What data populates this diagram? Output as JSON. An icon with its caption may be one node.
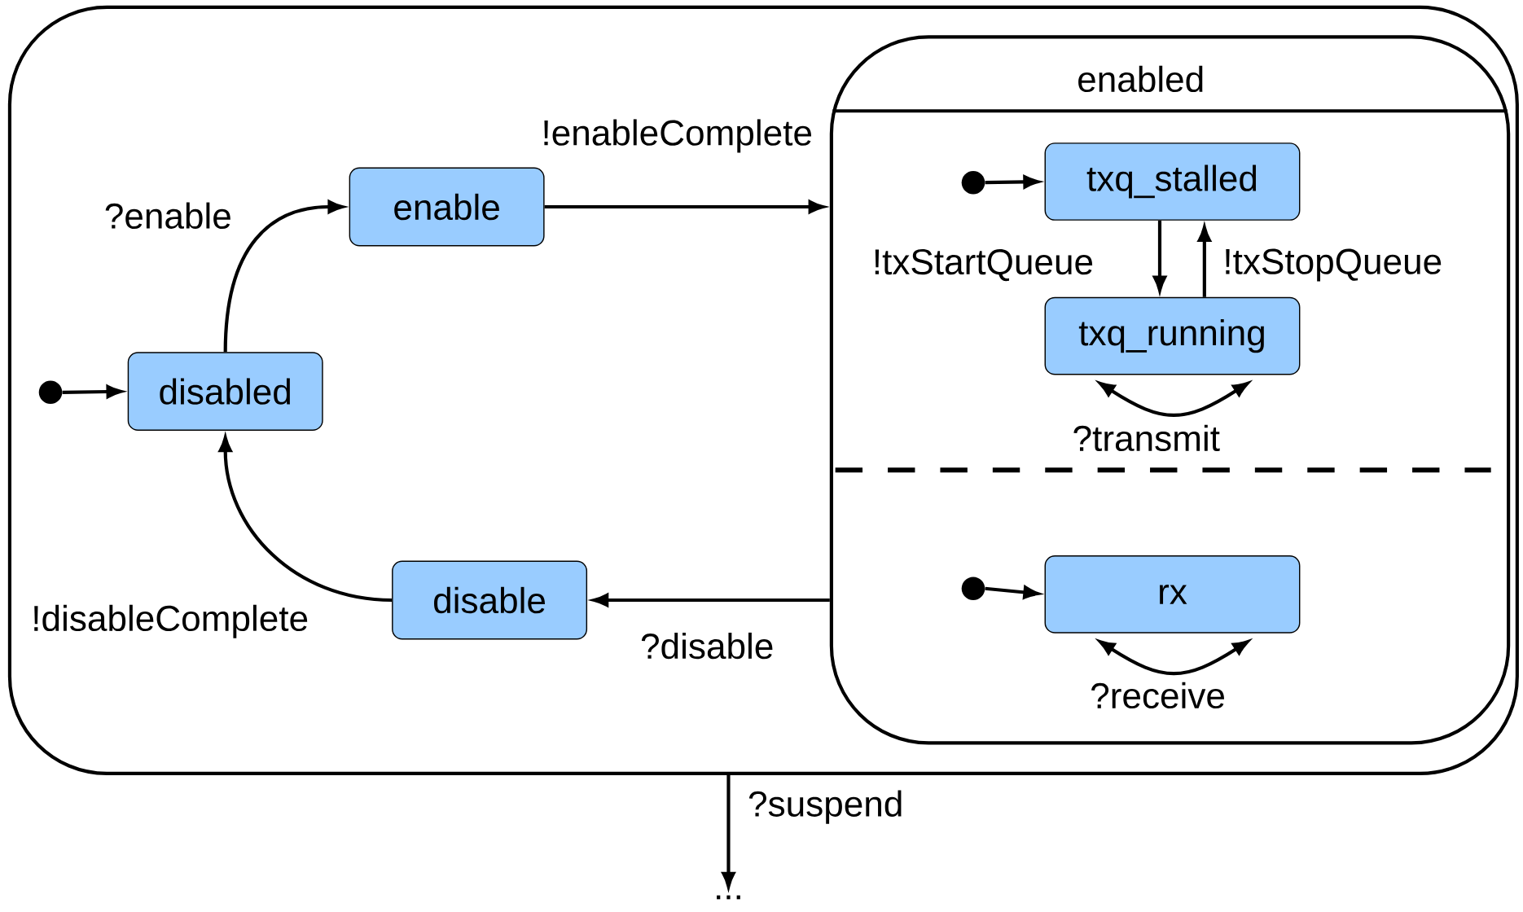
{
  "diagram": {
    "nodes": [
      {
        "text": [],
        "shape": "box"
      },
      {
        "text": [
          "enabled"
        ],
        "in": 0
      },
      {
        "text": [
          "disabled"
        ],
        "in": 0
      },
      {
        "text": [
          "enable"
        ],
        "in": 0
      },
      {
        "text": [
          "disable"
        ],
        "in": 0
      },
      {
        "text": [
          "txq_stalled"
        ],
        "in": 1
      },
      {
        "text": [
          "txq_running"
        ],
        "in": 1
      },
      {
        "text": [
          "rx"
        ],
        "in": 1
      },
      {
        "text": [],
        "shape": "circle",
        "in": 0
      },
      {
        "text": [],
        "shape": "circle",
        "in": 1
      },
      {
        "text": [],
        "shape": "circle",
        "in": 1
      },
      {
        "text": [
          "..."
        ]
      }
    ],
    "edges": [
      {
        "from": 8,
        "to": 2,
        "arrow": "to"
      },
      {
        "from": 2,
        "to": 3,
        "arrow": "to",
        "label": "?enable"
      },
      {
        "from": 3,
        "to": 1,
        "arrow": "to",
        "label": "!enableComplete"
      },
      {
        "from": 1,
        "to": 4,
        "arrow": "to",
        "label": "?disable"
      },
      {
        "from": 4,
        "to": 2,
        "arrow": "to",
        "label": "!disableComplete"
      },
      {
        "from": 9,
        "to": 5,
        "arrow": "to"
      },
      {
        "from": 5,
        "to": 6,
        "arrow": "to",
        "label": "!txStartQueue"
      },
      {
        "from": 6,
        "to": 5,
        "arrow": "to",
        "label": "!txStopQueue"
      },
      {
        "from": 6,
        "to": 6,
        "arrow": "both",
        "label": "?transmit"
      },
      {
        "from": 10,
        "to": 7,
        "arrow": "to"
      },
      {
        "from": 7,
        "to": 7,
        "arrow": "both",
        "label": "?receive"
      },
      {
        "from": 0,
        "to": 11,
        "arrow": "to",
        "label": "?suspend"
      }
    ]
  }
}
